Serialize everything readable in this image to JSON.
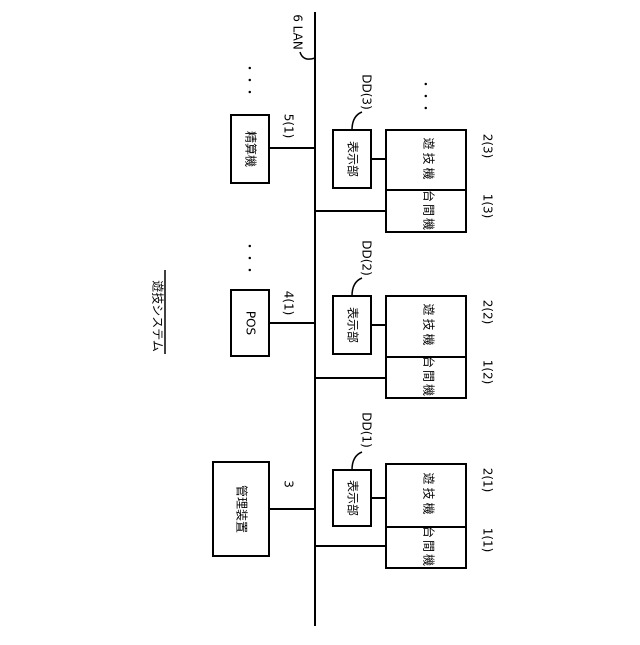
{
  "title": "遊技システム",
  "network": {
    "label": "6 LAN"
  },
  "management": {
    "name": "管理装置",
    "ref": "3"
  },
  "pos": {
    "name": "POS",
    "ref": "4(1)"
  },
  "settlement": {
    "name": "精算機",
    "ref": "5(1)"
  },
  "units": [
    {
      "display": "表示部",
      "display_ref": "DD(1)",
      "machine": "遊技機",
      "machine_ref": "2(1)",
      "side": "台間機",
      "side_ref": "1(1)"
    },
    {
      "display": "表示部",
      "display_ref": "DD(2)",
      "machine": "遊技機",
      "machine_ref": "2(2)",
      "side": "台間機",
      "side_ref": "1(2)"
    },
    {
      "display": "表示部",
      "display_ref": "DD(3)",
      "machine": "遊技機",
      "machine_ref": "2(3)",
      "side": "台間機",
      "side_ref": "1(3)"
    }
  ],
  "ellipsis": "・・・"
}
